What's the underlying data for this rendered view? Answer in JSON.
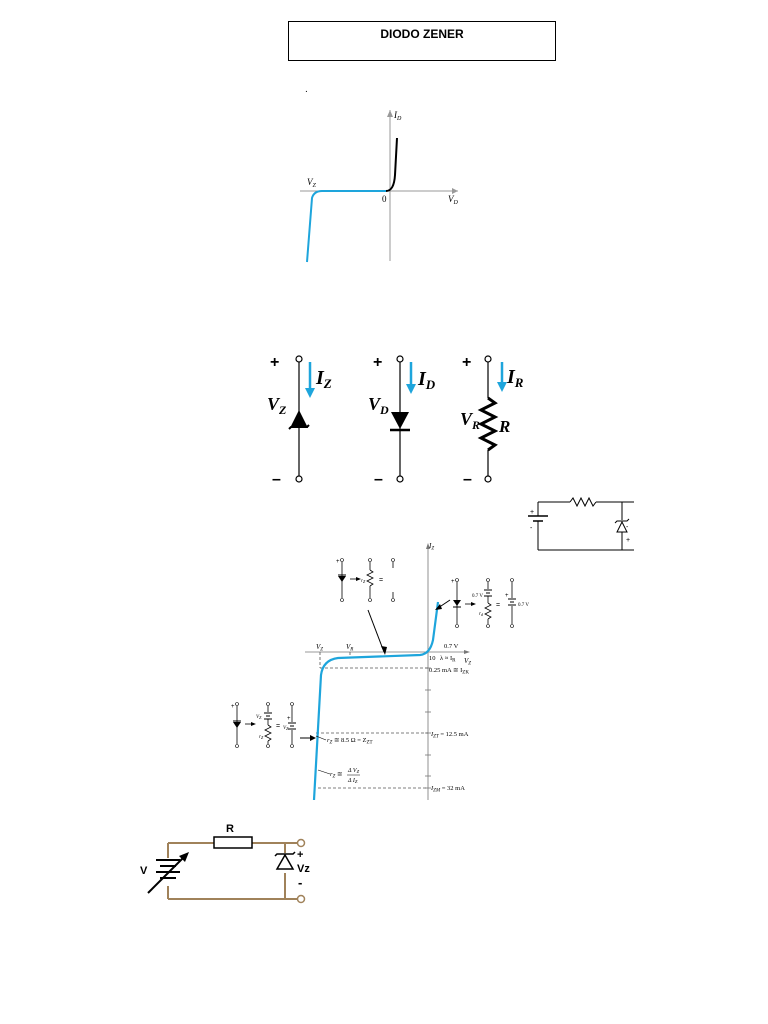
{
  "page": {
    "title": "DIODO ZENER",
    "dot": "."
  },
  "colors": {
    "curve": "#1ea5dc",
    "ink": "#000000",
    "axis": "#999999",
    "wire": "#a0825a"
  },
  "characteristic1": {
    "label_id": "I",
    "label_id_sub": "D",
    "label_vd": "V",
    "label_vd_sub": "D",
    "label_vz": "V",
    "label_vz_sub": "Z",
    "label_origin": "0"
  },
  "symbols": {
    "zener": {
      "plus": "+",
      "minus": "–",
      "current": "I",
      "current_sub": "Z",
      "voltage": "V",
      "voltage_sub": "Z"
    },
    "diode": {
      "plus": "+",
      "minus": "–",
      "current": "I",
      "current_sub": "D",
      "voltage": "V",
      "voltage_sub": "D"
    },
    "resistor": {
      "plus": "+",
      "minus": "–",
      "current": "I",
      "current_sub": "R",
      "voltage": "V",
      "voltage_sub": "R",
      "name": "R"
    }
  },
  "characteristic2": {
    "axis_iz": "I",
    "axis_iz_sub": "Z",
    "axis_vz": "V",
    "axis_vz_sub": "Z",
    "label_vz_tick": "V",
    "label_vz_tick_sub": "Z",
    "label_vr_tick": "V",
    "label_vr_tick_sub": "R",
    "label_07v": "0.7 V",
    "label_10": "10",
    "label_ir": "λ ≈ I",
    "label_ir_sub": "R",
    "label_izk": "0.25 mA ≅ I",
    "label_izk_sub": "ZK",
    "label_izt": "I",
    "label_izt_sub": "ZT",
    "label_izt_val": " = 12.5 mA",
    "label_izm": "I",
    "label_izm_sub": "ZM",
    "label_izm_val": " = 32 mA",
    "label_rz": "r",
    "label_rz_sub": "Z",
    "label_rz_val": " ≅ 8.5 Ω = Z",
    "label_rz_val_sub": "ZT",
    "label_rz_formula": "r",
    "label_rz_formula_sub": "Z",
    "label_rz_frac_num": "Δ V",
    "label_rz_frac_num_sub": "Z",
    "label_rz_frac_den": "Δ I",
    "label_rz_frac_den_sub": "Z",
    "inset_fwd_07v_1": "0.7 V",
    "inset_fwd_07v_2": "0.7 V",
    "inset_fwd_rd": "r",
    "inset_fwd_rd_sub": "d",
    "inset_rev_vz1": "V",
    "inset_rev_vz1_sub": "Z",
    "inset_rev_vz2": "V",
    "inset_rev_vz2_sub": "Z",
    "inset_rev_rz": "r",
    "inset_rev_rz_sub": "Z",
    "inset_mid_rz": "r",
    "inset_mid_rz_sub": "Z",
    "equals": "="
  },
  "circuit_small": {
    "plus": "+",
    "minus": "-"
  },
  "circuit_main": {
    "resistor_label": "R",
    "source_label": "V",
    "vz_label": "Vz",
    "plus": "+",
    "minus": "-"
  }
}
